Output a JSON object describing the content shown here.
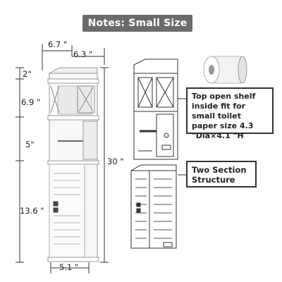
{
  "banner": {
    "title": "Notes: Small Size"
  },
  "dimensions": {
    "width_top": "6.7 \"",
    "depth_top": "6.3 \"",
    "top_shelf": "2\"",
    "open_shelf": "6.9 \"",
    "paper_holder": "5\"",
    "cabinet": "13.6 \"",
    "total_height": "30 \"",
    "base_width": "5.1 \""
  },
  "notes": {
    "top_shelf_note": "Top open shelf inside fit for small toilet paper size 4.3 \"Dia×4.1 \"H",
    "two_section": "Two Section Structure"
  },
  "colors": {
    "banner_bg": "#6b6b6b",
    "line": "#333333",
    "cabinet": "#f4f4f4"
  }
}
